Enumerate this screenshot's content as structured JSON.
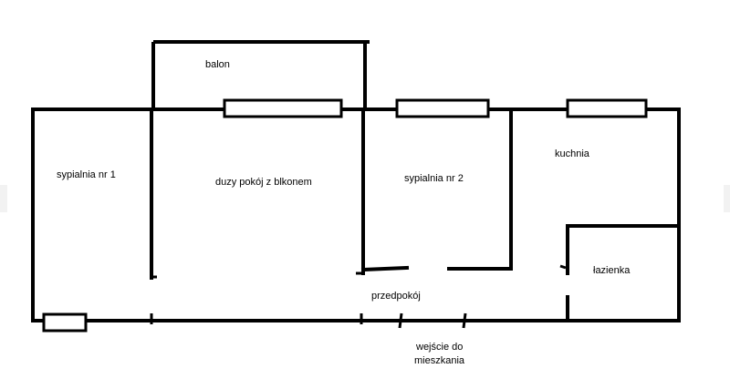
{
  "rooms": {
    "balcony": "balon",
    "bedroom1": "sypialnia nr 1",
    "living_room": "duzy pokój z blkonem",
    "bedroom2": "sypialnia nr 2",
    "kitchen": "kuchnia",
    "bathroom": "łazienka",
    "hallway": "przedpokój"
  },
  "entrance": {
    "line1": "wejście do",
    "line2": "mieszkania"
  },
  "colors": {
    "wall": "#000000",
    "background": "#ffffff"
  }
}
